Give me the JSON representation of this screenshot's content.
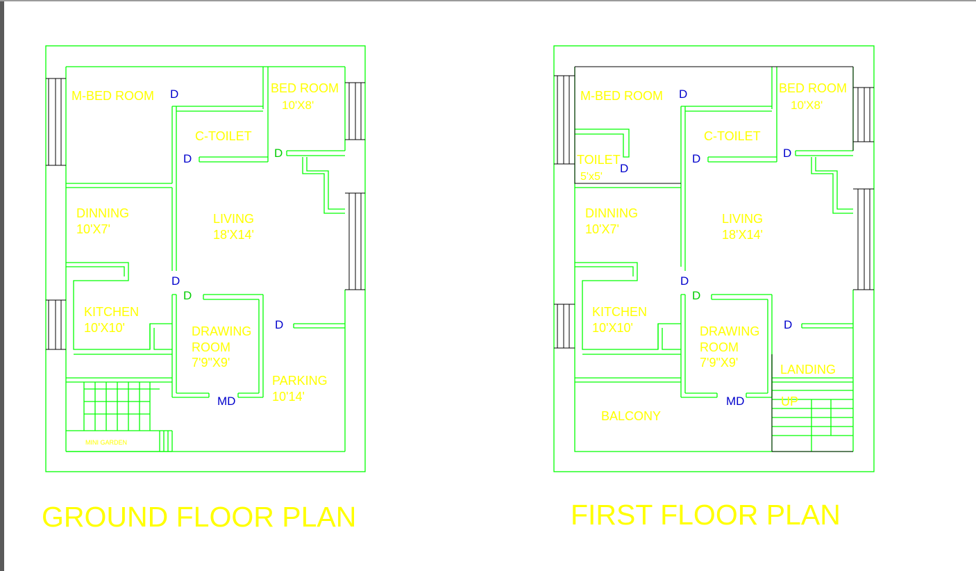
{
  "colors": {
    "wall": "#00ff00",
    "label": "#ffff00",
    "door": "#0000cc",
    "black": "#000000"
  },
  "ground_floor": {
    "title": "GROUND FLOOR PLAN",
    "rooms": {
      "mbed": "M-BED ROOM",
      "bed": "BED ROOM",
      "bed_size": "10'X8'",
      "ctoilet": "C-TOILET",
      "dinning": "DINNING",
      "dinning_size": "10'X7'",
      "living": "LIVING",
      "living_size": "18'X14'",
      "kitchen": "KITCHEN",
      "kitchen_size": "10'X10'",
      "drawing": "DRAWING",
      "drawing2": "ROOM",
      "drawing_size": "7'9\"X9'",
      "parking": "PARKING",
      "parking_size": "10'14'",
      "garden": "MINI GARDEN"
    },
    "doors": {
      "d": "D",
      "md": "MD"
    }
  },
  "first_floor": {
    "title": "FIRST FLOOR PLAN",
    "rooms": {
      "mbed": "M-BED ROOM",
      "toilet": "TOILET",
      "toilet_size": "5'x5'",
      "bed": "BED ROOM",
      "bed_size": "10'X8'",
      "ctoilet": "C-TOILET",
      "dinning": "DINNING",
      "dinning_size": "10'X7'",
      "living": "LIVING",
      "living_size": "18'X14'",
      "kitchen": "KITCHEN",
      "kitchen_size": "10'X10'",
      "drawing": "DRAWING",
      "drawing2": "ROOM",
      "drawing_size": "7'9\"X9'",
      "landing": "LANDING",
      "up": "UP",
      "balcony": "BALCONY"
    },
    "doors": {
      "d": "D",
      "md": "MD"
    }
  }
}
